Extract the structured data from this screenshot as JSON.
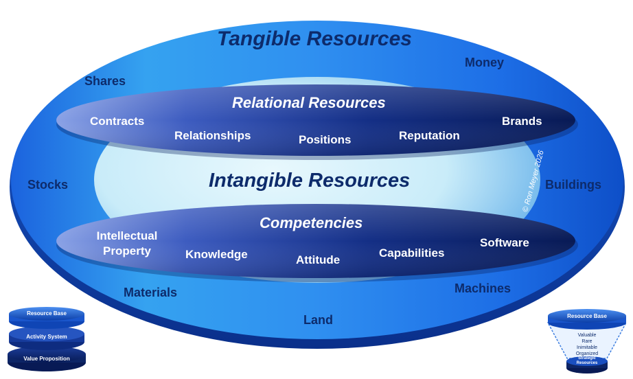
{
  "tangible": {
    "title": "Tangible Resources",
    "items": {
      "shares": "Shares",
      "money": "Money",
      "stocks": "Stocks",
      "buildings": "Buildings",
      "materials": "Materials",
      "machines": "Machines",
      "land": "Land"
    }
  },
  "intangible": {
    "title": "Intangible Resources"
  },
  "relational": {
    "title": "Relational Resources",
    "items": {
      "contracts": "Contracts",
      "relationships": "Relationships",
      "positions": "Positions",
      "reputation": "Reputation",
      "brands": "Brands"
    }
  },
  "competencies": {
    "title": "Competencies",
    "items": {
      "ip_line1": "Intellectual",
      "ip_line2": "Property",
      "knowledge": "Knowledge",
      "attitude": "Attitude",
      "capabilities": "Capabilities",
      "software": "Software"
    }
  },
  "copyright": "© Ron Meyer 2026",
  "mini_stack": {
    "top": "Resource Base",
    "middle": "Activity System",
    "bottom": "Value Proposition"
  },
  "mini_funnel": {
    "top": "Resource Base",
    "criteria": [
      "Valuable",
      "Rare",
      "Inimitable",
      "Organized"
    ],
    "bottom_line1": "Strategic",
    "bottom_line2": "Resources"
  },
  "colors": {
    "outer_blue": "#1f6fe5",
    "outer_dark": "#0b3fae",
    "inner_light": "#d5f1fb",
    "band_dark": "#0a1f5e",
    "band_light": "#7d94df",
    "text_navy": "#0d2b6b"
  }
}
